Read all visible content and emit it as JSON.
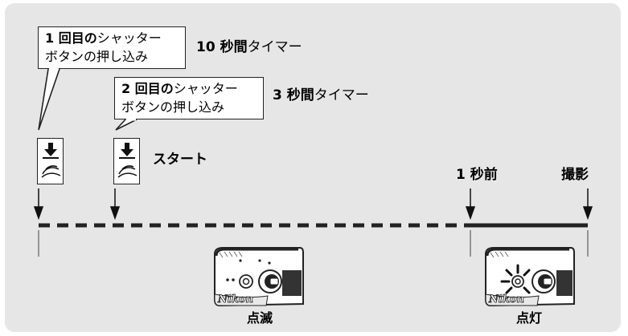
{
  "callout1": {
    "bold": "1 回目の",
    "line1_rest": "シャッター",
    "line2": "ボタンの押し込み"
  },
  "timer1": {
    "bold": "10 秒間",
    "rest": "タイマー"
  },
  "callout2": {
    "bold": "2 回目の",
    "line1_rest": "シャッター",
    "line2": "ボタンの押し込み"
  },
  "timer2": {
    "bold": "3 秒間",
    "rest": "タイマー"
  },
  "start_label": "スタート",
  "one_sec_before": "1 秒前",
  "shoot_label": "撮影",
  "blinking_label": "点滅",
  "lit_label": "点灯",
  "camera_brand": "Nikon",
  "colors": {
    "panel": "#e6e6e6",
    "timeline": "#222222"
  }
}
